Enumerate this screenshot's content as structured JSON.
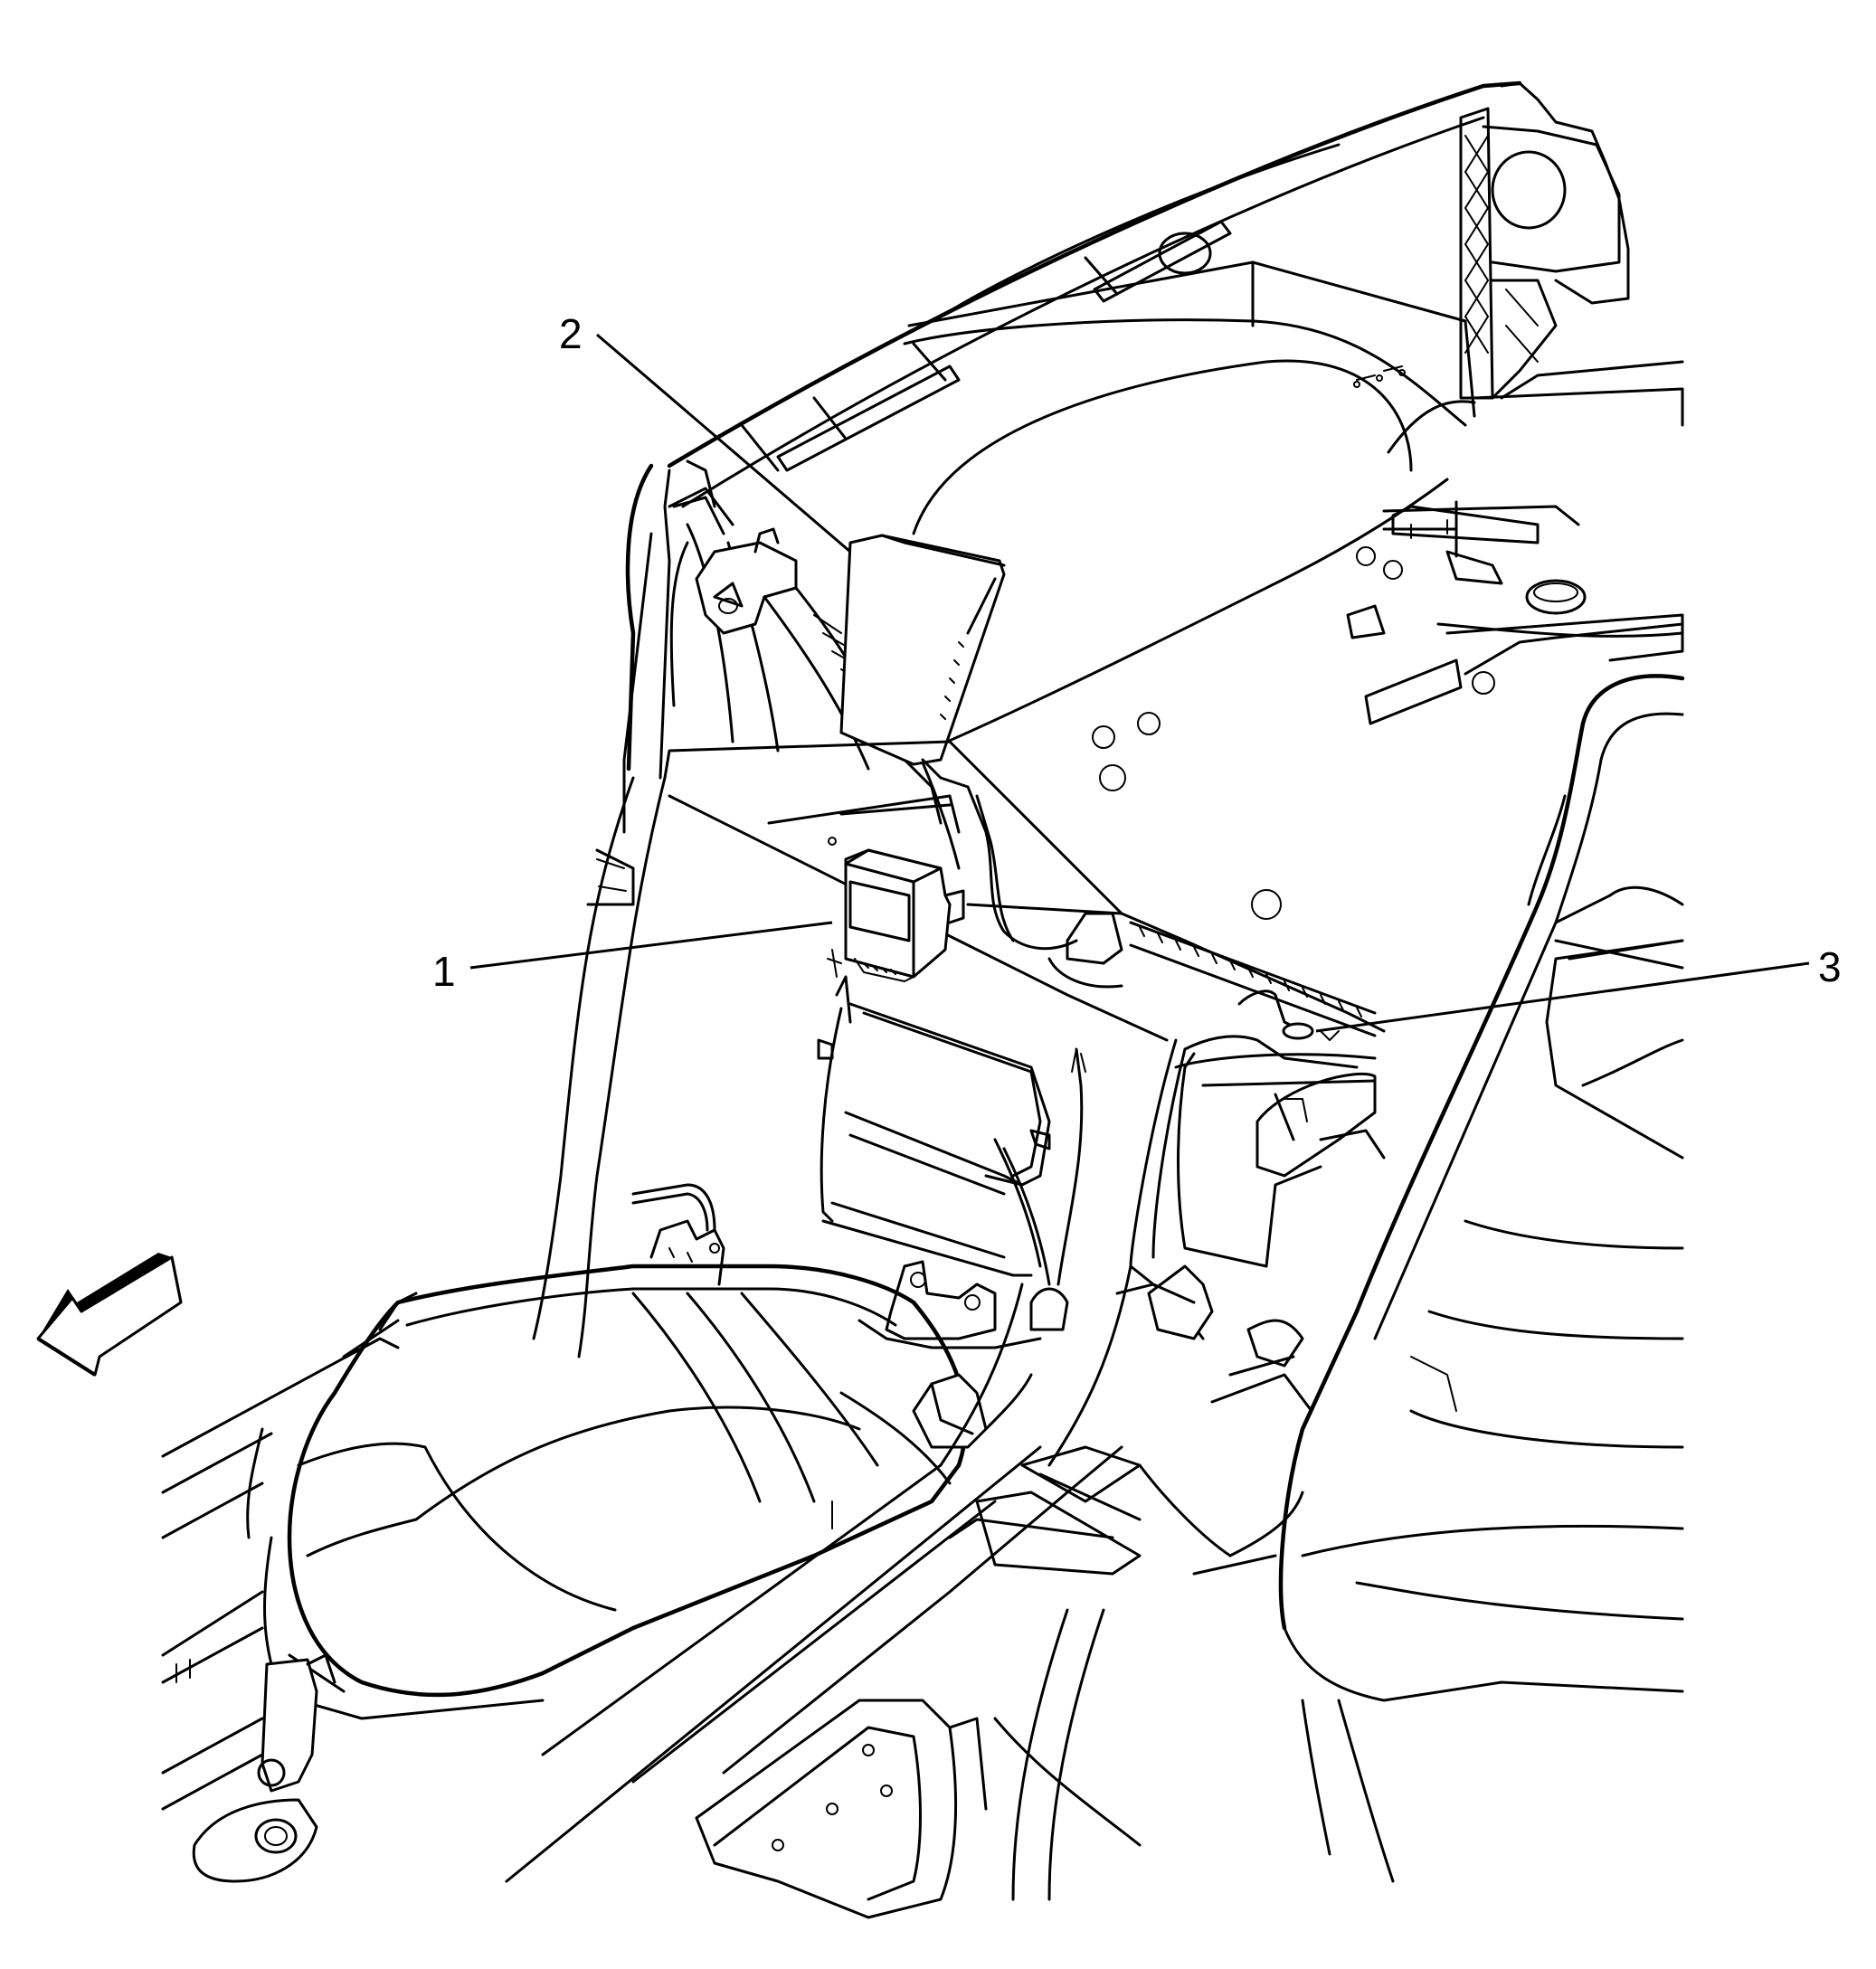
{
  "callouts": [
    {
      "id": "1",
      "label": "1"
    },
    {
      "id": "2",
      "label": "2"
    },
    {
      "id": "3",
      "label": "3"
    }
  ],
  "direction_arrow": {
    "icon": "forward-direction-arrow-icon"
  },
  "colors": {
    "line": "#000000",
    "background": "#ffffff"
  }
}
